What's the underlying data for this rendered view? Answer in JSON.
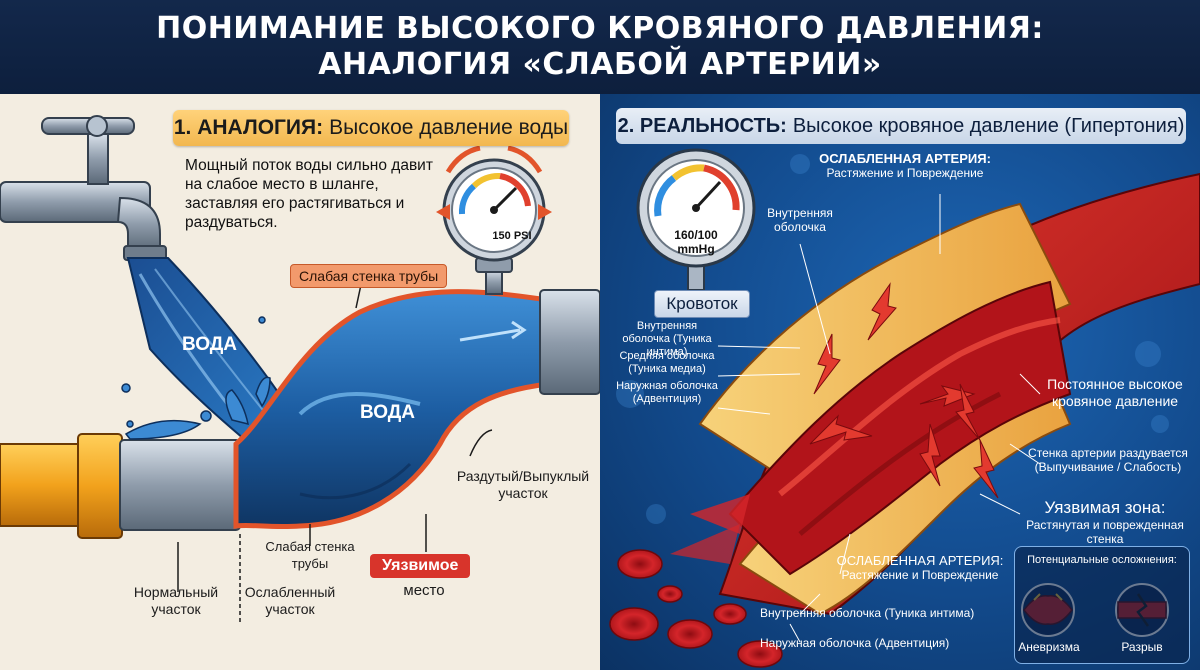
{
  "header": {
    "line1": "ПОНИМАНИЕ ВЫСОКОГО КРОВЯНОГО ДАВЛЕНИЯ:",
    "line2": "АНАЛОГИЯ «СЛАБОЙ АРТЕРИИ»"
  },
  "left": {
    "title_num": "1. АНАЛОГИЯ:",
    "title_rest": "Высокое давление воды",
    "description": "Мощный поток воды сильно давит на слабое место в шланге, заставляя его растягиваться и раздуваться.",
    "gauge": "150 PSI",
    "weak_wall_tag": "Слабая стенка трубы",
    "water1": "ВОДА",
    "water2": "ВОДА",
    "bulge": "Раздутый/Выпуклый участок",
    "weak_wall_low": "Слабая стенка трубы",
    "vulnerable_1": "Уязвимое",
    "vulnerable_2": "место",
    "normal": "Нормальный участок",
    "weakened": "Ослабленный участок"
  },
  "right": {
    "title_num": "2. РЕАЛЬНОСТЬ:",
    "title_rest": "Высокое кровяное давление (Гипертония)",
    "gauge_1": "160/100",
    "gauge_2": "mmHg",
    "blood_flow": "Кровоток",
    "weak_artery_top_1": "ОСЛАБЛЕННАЯ АРТЕРИЯ:",
    "weak_artery_top_2": "Растяжение и Повреждение",
    "inner_top": "Внутренняя оболочка",
    "layer_1": "Внутренняя оболочка (Туника интима)",
    "layer_2": "Средняя оболочка (Туника медиа)",
    "layer_3": "Наружная оболочка (Адвентиция)",
    "constant_pressure": "Постоянное высокое кровяное давление",
    "bulges": "Стенка артерии раздувается (Выпучивание / Слабость)",
    "vulnerable_zone_1": "Уязвимая зона:",
    "vulnerable_zone_2": "Растянутая и поврежденная стенка",
    "weak_artery_bot_1": "ОСЛАБЛЕННАЯ АРТЕРИЯ:",
    "weak_artery_bot_2": "Растяжение и Повреждение",
    "inner_bot": "Внутренняя оболочка (Туника интима)",
    "outer_bot": "Наружная оболочка (Адвентиция)",
    "complications_title": "Потенциальные осложнения:",
    "aneurysm": "Аневризма",
    "rupture": "Разрыв"
  },
  "colors": {
    "header_bg": "#13284b",
    "left_bg": "#f3ede1",
    "right_bg": "#124a8c",
    "water": "#1f6fb8",
    "artery": "#c81d1d",
    "warning_red": "#d8342b",
    "pipe_orange": "#f2a21c"
  }
}
